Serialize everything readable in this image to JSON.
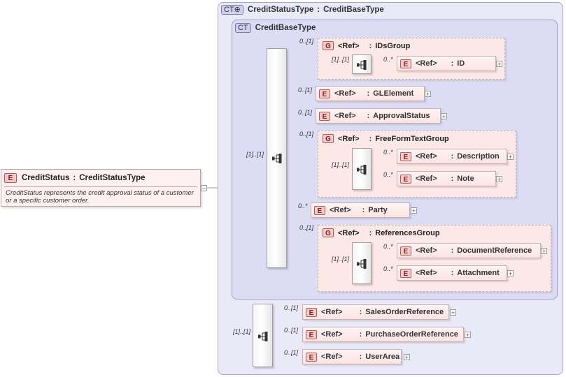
{
  "root": {
    "kind": "E",
    "name": "CreditStatus",
    "type": "CreditStatusType",
    "documentation": "CreditStatus represents the credit approval status of a customer or a specific customer order."
  },
  "outer_type": {
    "badge": "CT",
    "name": "CreditStatusType",
    "base": "CreditBaseType"
  },
  "inner_type": {
    "badge": "CT",
    "name": "CreditBaseType"
  },
  "ref_label": "<Ref>",
  "separator": ":",
  "inner_sequence": {
    "cardinality": "[1]..[1]"
  },
  "outer_sequence": {
    "cardinality": "[1]..[1]"
  },
  "inner_items": [
    {
      "kind": "G",
      "name": "IDsGroup",
      "cardinality": "0..[1]",
      "sequence_cardinality": "[1]..[1]",
      "children": [
        {
          "kind": "E",
          "name": "ID",
          "cardinality": "0..*"
        }
      ]
    },
    {
      "kind": "E",
      "name": "GLElement",
      "cardinality": "0..[1]"
    },
    {
      "kind": "E",
      "name": "ApprovalStatus",
      "cardinality": "0..[1]"
    },
    {
      "kind": "G",
      "name": "FreeFormTextGroup",
      "cardinality": "0..[1]",
      "sequence_cardinality": "[1]..[1]",
      "children": [
        {
          "kind": "E",
          "name": "Description",
          "cardinality": "0..*"
        },
        {
          "kind": "E",
          "name": "Note",
          "cardinality": "0..*"
        }
      ]
    },
    {
      "kind": "E",
      "name": "Party",
      "cardinality": "0..*"
    },
    {
      "kind": "G",
      "name": "ReferencesGroup",
      "cardinality": "0..[1]",
      "sequence_cardinality": "[1]..[1]",
      "children": [
        {
          "kind": "E",
          "name": "DocumentReference",
          "cardinality": "0..*"
        },
        {
          "kind": "E",
          "name": "Attachment",
          "cardinality": "0..*"
        }
      ]
    }
  ],
  "outer_items": [
    {
      "kind": "E",
      "name": "SalesOrderReference",
      "cardinality": "0..[1]"
    },
    {
      "kind": "E",
      "name": "PurchaseOrderReference",
      "cardinality": "0..[1]"
    },
    {
      "kind": "E",
      "name": "UserArea",
      "cardinality": "0..[1]"
    }
  ]
}
